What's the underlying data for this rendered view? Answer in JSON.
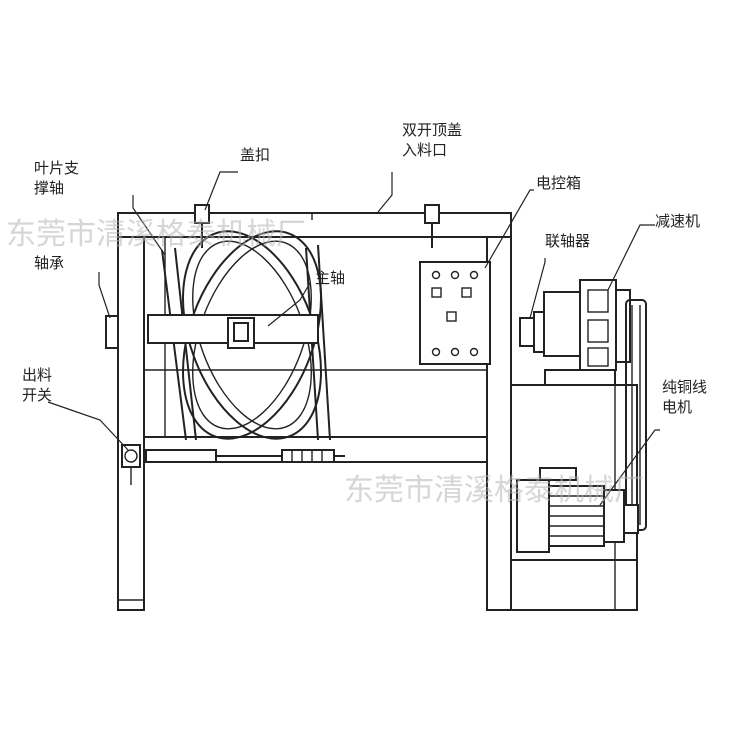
{
  "labels": {
    "blade_support_1": "叶片支",
    "blade_support_2": "撑轴",
    "lid_clasp": "盖扣",
    "double_lid_1": "双开顶盖",
    "double_lid_2": "入料口",
    "control_box": "电控箱",
    "reducer": "减速机",
    "coupling": "联轴器",
    "main_shaft": "主轴",
    "bearing": "轴承",
    "discharge_1": "出料",
    "discharge_2": "开关",
    "motor_1": "纯铜线",
    "motor_2": "电机"
  },
  "watermark": {
    "text_top": "东莞市清溪格泰机械厂",
    "text_bottom": "东莞市清溪格泰机械厂"
  }
}
